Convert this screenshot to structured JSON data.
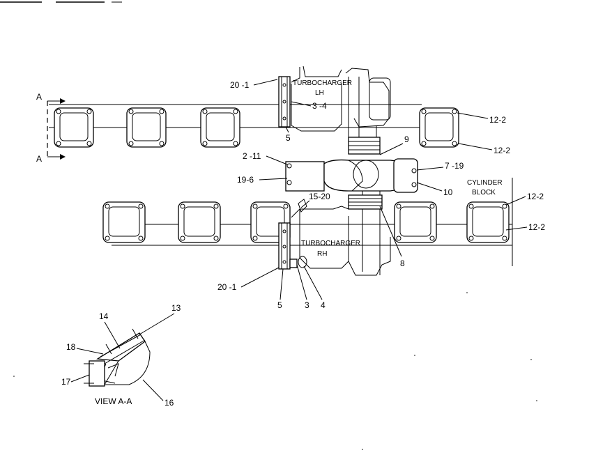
{
  "title_bar": "",
  "labels": {
    "turbo_lh": [
      "TURBOCHARGER",
      "LH"
    ],
    "turbo_rh": [
      "TURBOCHARGER",
      "RH"
    ],
    "cylinder_block": [
      "CYLINDER",
      "BLOCK"
    ],
    "view_aa": "VIEW  A-A",
    "section_a_top": "A",
    "section_a_bottom": "A"
  },
  "callouts": {
    "c20_1_top": "20  -1",
    "c3_4": "3 -4",
    "c5_top": "5",
    "c2_11": "2 -11",
    "c19_6": "19-6",
    "c15_20": "15-20",
    "c9": "9",
    "c7_19": "7 -19",
    "c10": "10",
    "c12_2_a": "12-2",
    "c12_2_b": "12-2",
    "c12_2_c": "12-2",
    "c12_2_d": "12-2",
    "c8": "8",
    "c20_1_bottom": "20  -1",
    "c5_bottom": "5",
    "c3": "3",
    "c4": "4",
    "c13": "13",
    "c14": "14",
    "c18": "18",
    "c17": "17",
    "c16": "16"
  }
}
